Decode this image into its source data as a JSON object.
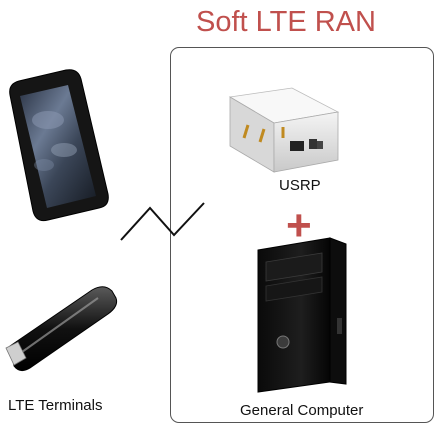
{
  "title": "Soft LTE RAN",
  "plus_symbol": "+",
  "labels": {
    "usrp": "USRP",
    "computer": "General Computer",
    "terminals": "LTE Terminals"
  },
  "colors": {
    "title": "#c0504d",
    "plus": "#c0504d",
    "box_border": "#555555"
  },
  "icons": [
    "smartphone-icon",
    "usb-dongle-icon",
    "wireless-link-icon",
    "usrp-device-icon",
    "desktop-tower-icon"
  ]
}
